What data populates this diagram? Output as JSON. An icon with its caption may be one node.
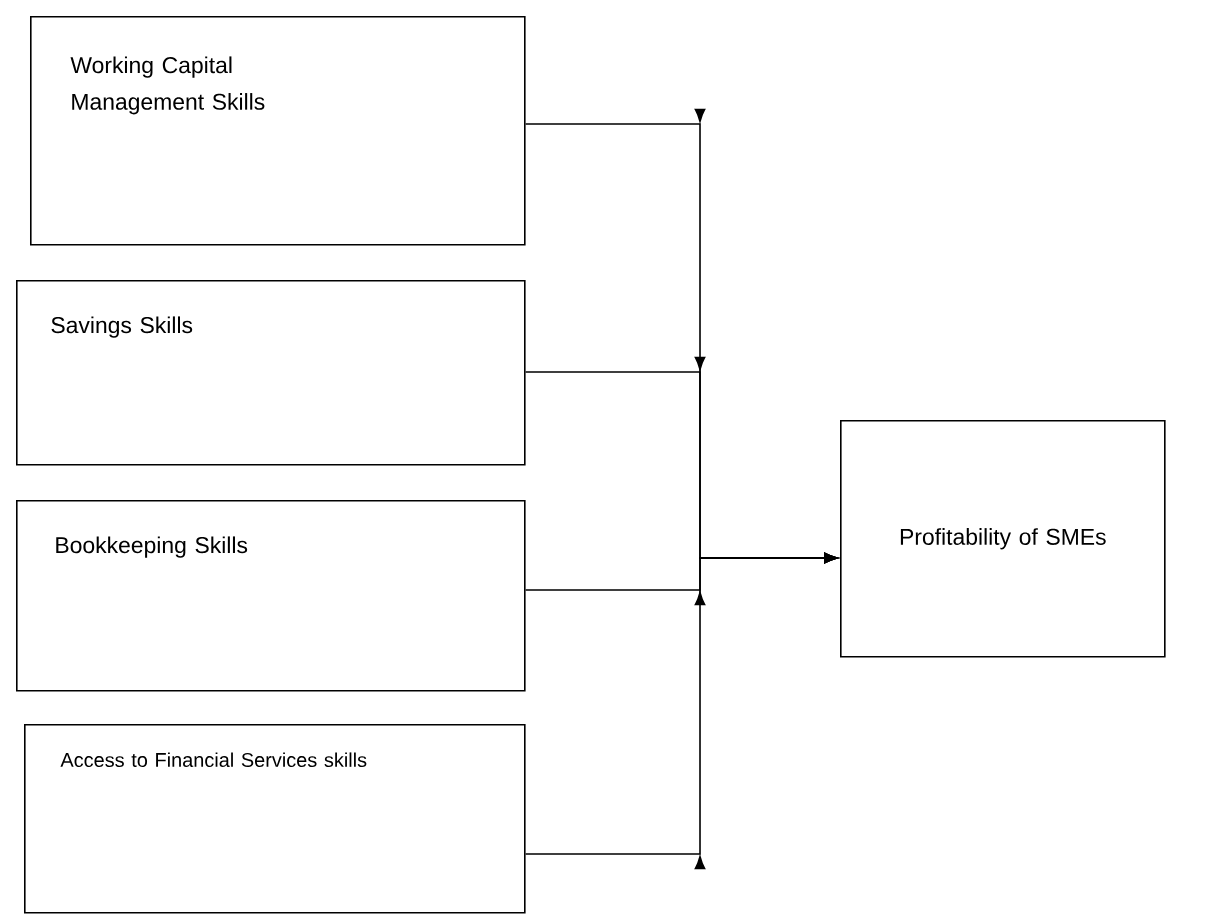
{
  "diagram": {
    "nodes": [
      {
        "text": [
          "Working Capital Management Skills"
        ]
      },
      {
        "text": [
          "Savings Skills"
        ]
      },
      {
        "text": [
          "Bookkeeping Skills"
        ]
      },
      {
        "text": [
          "Access to Financial Services skills"
        ]
      },
      {
        "text": [
          "Profitability of SMEs"
        ]
      }
    ],
    "edges": [
      {
        "from": 0,
        "to": 4,
        "arrow": "to"
      },
      {
        "from": 1,
        "to": 4,
        "arrow": "to"
      },
      {
        "from": 2,
        "to": 4,
        "arrow": "to"
      },
      {
        "from": 3,
        "to": 4,
        "arrow": "to"
      }
    ]
  }
}
